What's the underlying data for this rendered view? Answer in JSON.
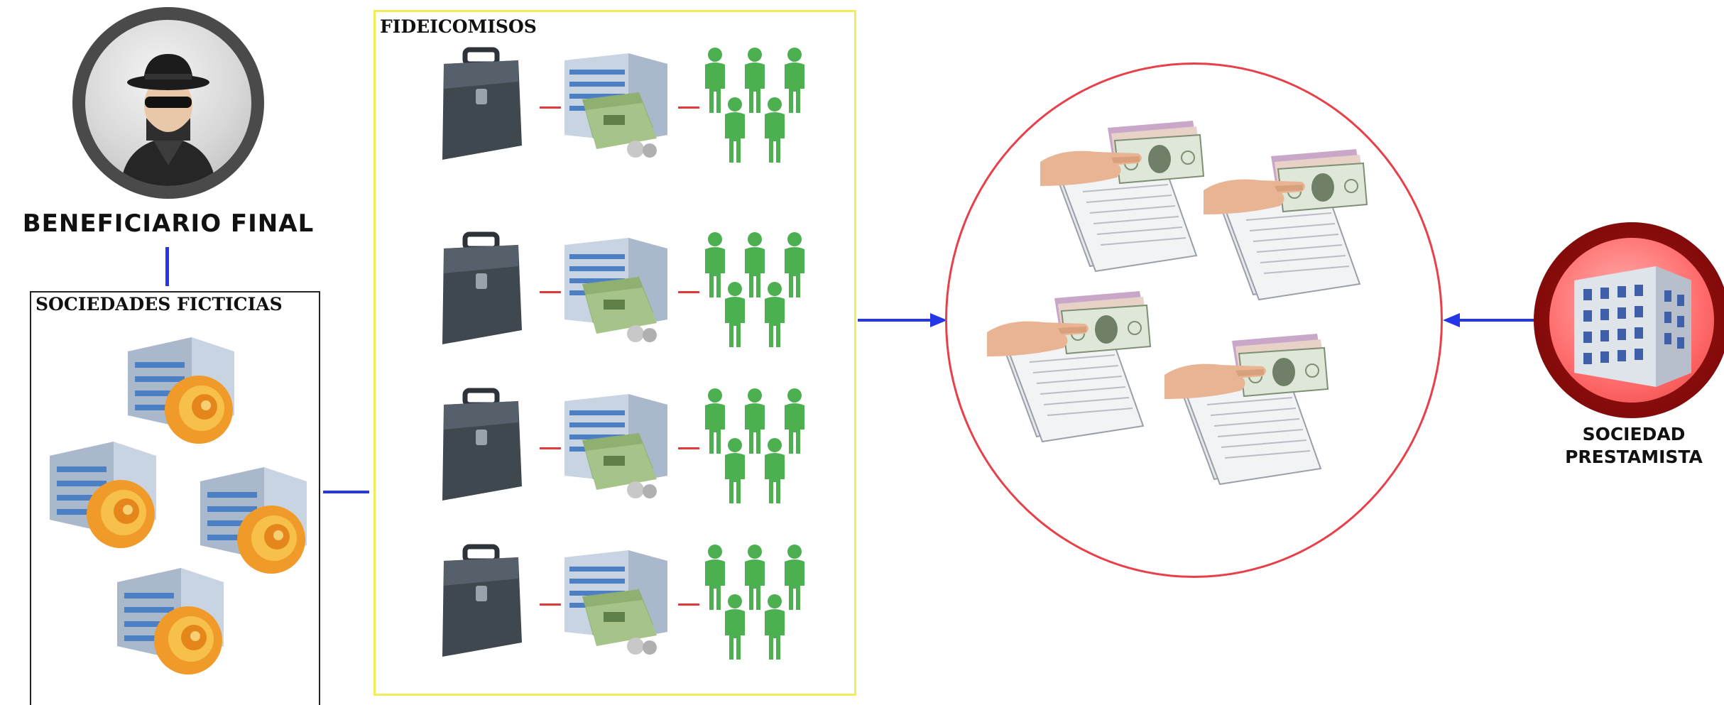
{
  "beneficiary": {
    "title": "BENEFICIARIO FINAL",
    "icon": "anonymous-person-icon"
  },
  "shell_companies": {
    "label": "SOCIEDADES FICTICIAS",
    "items": [
      {
        "icon": "shell-company-icon"
      },
      {
        "icon": "shell-company-icon"
      },
      {
        "icon": "shell-company-icon"
      },
      {
        "icon": "shell-company-icon"
      }
    ]
  },
  "trusts": {
    "label": "FIDEICOMISOS",
    "rows": [
      {
        "icons": [
          "briefcase-icon",
          "building-money-icon",
          "people-group-icon"
        ]
      },
      {
        "icons": [
          "briefcase-icon",
          "building-money-icon",
          "people-group-icon"
        ]
      },
      {
        "icons": [
          "briefcase-icon",
          "building-money-icon",
          "people-group-icon"
        ]
      },
      {
        "icons": [
          "briefcase-icon",
          "building-money-icon",
          "people-group-icon"
        ]
      }
    ]
  },
  "loans": {
    "items": [
      {
        "icon": "cash-handover-icon"
      },
      {
        "icon": "cash-handover-icon"
      },
      {
        "icon": "cash-handover-icon"
      },
      {
        "icon": "cash-handover-icon"
      }
    ]
  },
  "lender": {
    "label_line1": "SOCIEDAD",
    "label_line2": "PRESTAMISTA",
    "icon": "office-building-icon"
  },
  "colors": {
    "connector_blue": "#2536e6",
    "connector_red": "#e03a3a",
    "trust_box_border": "#f2ec5a",
    "loan_circle": "#e8404a",
    "lender_dark": "#7a0808",
    "people_green": "#4caf50"
  }
}
